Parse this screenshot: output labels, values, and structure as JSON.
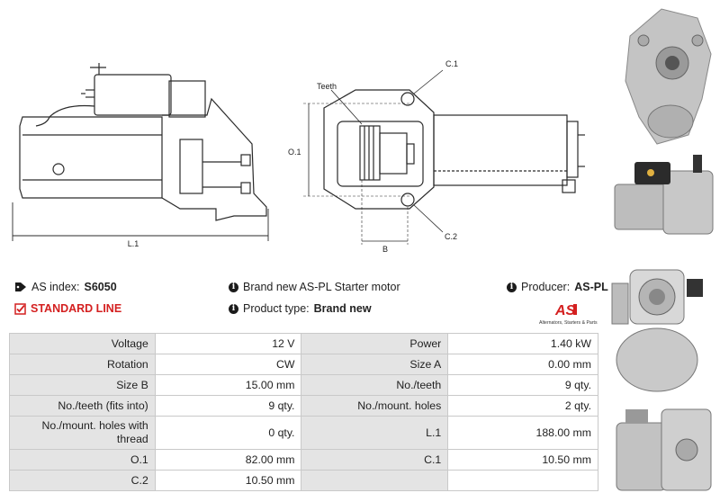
{
  "drawing": {
    "left_labels": {
      "length": "L.1"
    },
    "right_labels": {
      "teeth": "Teeth",
      "c1": "C.1",
      "c2": "C.2",
      "o1": "O.1",
      "b": "B"
    }
  },
  "info": {
    "as_index_label": "AS index:",
    "as_index_value": "S6050",
    "description": "Brand new AS-PL Starter motor",
    "producer_label": "Producer:",
    "producer_value": "AS-PL",
    "line": "STANDARD LINE",
    "product_type_label": "Product type:",
    "product_type_value": "Brand new"
  },
  "logo": {
    "mark": "AS",
    "tagline": "Alternators, Starters & Parts"
  },
  "specs": [
    {
      "l1": "Voltage",
      "v1": "12 V",
      "l2": "Power",
      "v2": "1.40 kW"
    },
    {
      "l1": "Rotation",
      "v1": "CW",
      "l2": "Size A",
      "v2": "0.00 mm"
    },
    {
      "l1": "Size B",
      "v1": "15.00 mm",
      "l2": "No./teeth",
      "v2": "9 qty."
    },
    {
      "l1": "No./teeth (fits into)",
      "v1": "9 qty.",
      "l2": "No./mount. holes",
      "v2": "2 qty."
    },
    {
      "l1": "No./mount. holes with thread",
      "v1": "0 qty.",
      "l2": "L.1",
      "v2": "188.00 mm"
    },
    {
      "l1": "O.1",
      "v1": "82.00 mm",
      "l2": "C.1",
      "v2": "10.50 mm"
    },
    {
      "l1": "C.2",
      "v1": "10.50 mm",
      "l2": "",
      "v2": ""
    }
  ],
  "colors": {
    "accent_red": "#d42020",
    "label_bg": "#e4e4e4",
    "border": "#c9c9c9"
  }
}
